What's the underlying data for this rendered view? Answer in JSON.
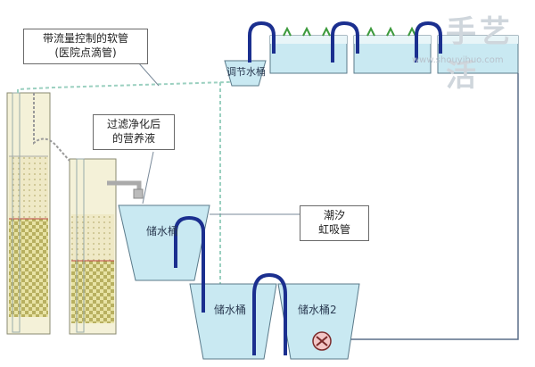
{
  "labels": {
    "hose_line1": "带流量控制的软管",
    "hose_line2": "(医院点滴管)",
    "filtered_line1": "过滤净化后",
    "filtered_line2": "的营养液",
    "tide_line1": "潮汐",
    "tide_line2": "虹吸管",
    "adjust_tank": "调节水桶",
    "storage_tank_1": "储水桶",
    "storage_tank_2": "储水桶",
    "storage_tank_3": "储水桶2"
  },
  "watermark": {
    "title": "手艺活",
    "url": "www.shouyihuo.com"
  },
  "colors": {
    "water": "#c9e9f2",
    "tube": "#1b2f8f",
    "pipe_dashed": "#9bd0c0",
    "frame_line": "#5a6e88"
  }
}
